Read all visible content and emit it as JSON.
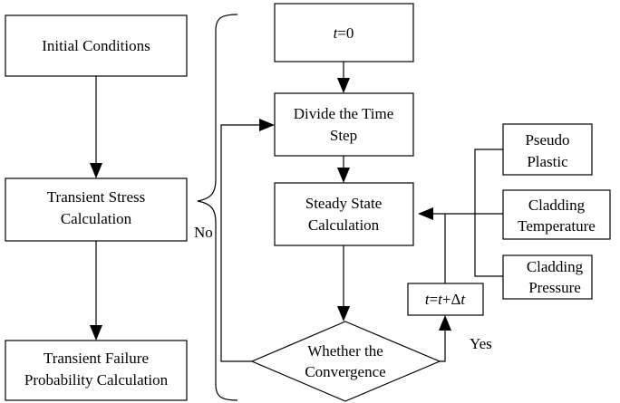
{
  "left_column": {
    "initial_conditions": "Initial Conditions",
    "transient_stress_line1": "Transient Stress",
    "transient_stress_line2": "Calculation",
    "failure_line1": "Transient Failure",
    "failure_line2": "Probability Calculation"
  },
  "loop": {
    "t0_var": "t",
    "t0_rest": "=0",
    "divide_line1": "Divide the Time",
    "divide_line2": "Step",
    "steady_line1": "Steady State",
    "steady_line2": "Calculation",
    "convergence_line1": "Whether the",
    "convergence_line2": "Convergence",
    "update_t1": "t",
    "update_eq": "=",
    "update_t2": "t",
    "update_plus": "+Δ",
    "update_t3": "t",
    "no_label": "No",
    "yes_label": "Yes"
  },
  "inputs": {
    "pseudo_line1": "Pseudo",
    "pseudo_line2": "Plastic",
    "temp_line1": "Cladding",
    "temp_line2": "Temperature",
    "pressure_line1": "Cladding",
    "pressure_line2": "Pressure"
  }
}
